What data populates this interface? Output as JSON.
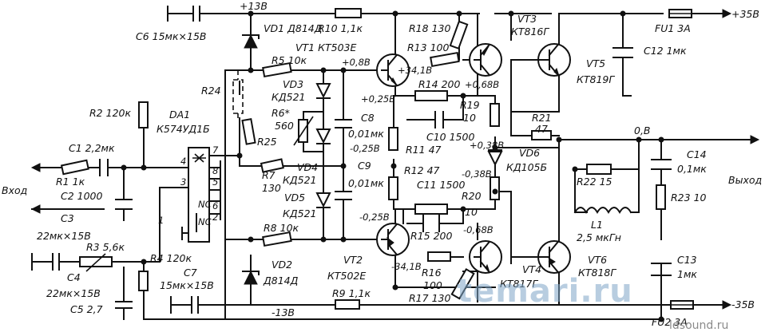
{
  "labels": {
    "c6": "C6  15мк×15В",
    "plus13": "+13В",
    "vd1": "VD1 Д814Д",
    "r10": "R10 1,1к",
    "r18": "R18 130",
    "vt3": "VT3",
    "vt3t": "КТ816Г",
    "fu1": "FU1  3А",
    "plus35": "+35В",
    "vt1": "VT1 КТ503Е",
    "r13": "R13  100",
    "c12": "C12  1мк",
    "vt5": "VT5",
    "vt5t": "КТ819Г",
    "r5": "R5  10к",
    "v08": "+0,8В",
    "v341": "+34,1В",
    "r24": "R24",
    "vd3": "VD3",
    "kd521a": "КД521",
    "r2": "R2  120к",
    "da1": "DA1",
    "da1t": "К574УД1Б",
    "r6": "R6*",
    "r6v": "560",
    "r14": "R14  200",
    "v068a": "+0,68В",
    "v025a": "+0,25В",
    "c8": "C8",
    "c8v": "0,01мк",
    "r19": "R19",
    "r19v": "10",
    "r21": "R21",
    "r21v": "47",
    "v0": "0,В",
    "c1": "C1  2,2мк",
    "r25": "R25",
    "v025b": "-0,25В",
    "r11": "R11 47",
    "c10": "C10  1500",
    "v038a": "+0,38В",
    "vd6": "VD6",
    "kd105": "КД105Б",
    "c14": "C14",
    "c14v": "0,1мк",
    "r1": "R1 1к",
    "vhod": "Вход",
    "r7": "R7",
    "r7v": "130",
    "vd4": "VD4",
    "kd521b": "КД521",
    "c9": "C9",
    "c9v": "0,01мк",
    "r12": "R12  47",
    "v038b": "-0,38В",
    "r22": "R22  15",
    "vyhod": "Выход",
    "r23": "R23  10",
    "c2": "C2  1000",
    "c11": "C11  1500",
    "r20": "R20",
    "r20v": "10",
    "vd5": "VD5",
    "kd521c": "КД521",
    "c3": "C3",
    "c3v": "22мк×15В",
    "v025c": "-0,25В",
    "r15": "R15  200",
    "v068b": "-0,68В",
    "l1": "L1",
    "l1v": "2,5 мкГн",
    "r3": "R3  5,6к",
    "r8": "R8  10к",
    "c4": "C4",
    "c4v": "22мк×15В",
    "r4": "R4  120к",
    "vd2": "VD2",
    "vd2t": "Д814Д",
    "vt2": "VT2",
    "vt2t": "КТ502Е",
    "v341b": "-34,1В",
    "r16": "R16",
    "r16v": "100",
    "vt4": "VT4",
    "vt4t": "КТ817Г",
    "vt6": "VT6",
    "vt6t": "КТ818Г",
    "c13": "C13",
    "c13v": "1мк",
    "c7": "C7",
    "c7v": "15мк×15В",
    "c5": "C5  2,7",
    "minus13": "-13В",
    "r9": "R9  1,1к",
    "r17": "R17  130",
    "fu2": "FU2  3А",
    "minus35": "-35В",
    "pin4": "4",
    "pin3": "3",
    "pin7": "7",
    "pin8": "8",
    "pin5": "5",
    "pin6": "6",
    "pin2": "2",
    "pin1": "1",
    "nc1": "NC",
    "nc2": "NC"
  },
  "watermark": {
    "main": "temari.ru",
    "site": "ldsound.ru"
  }
}
